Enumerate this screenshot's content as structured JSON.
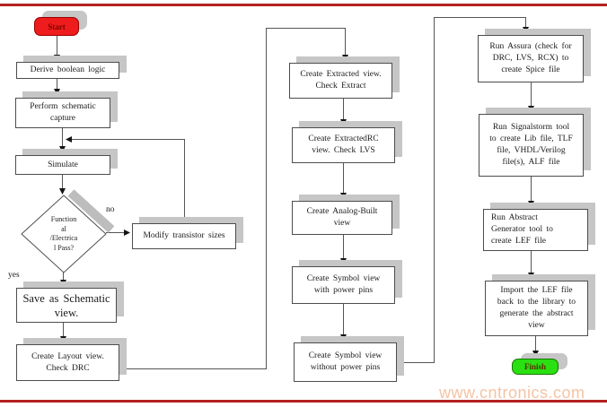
{
  "diagram": {
    "terminals": {
      "start": "Start",
      "finish": "Finish"
    },
    "decision": {
      "text": "Function\nal\n/Electrica\nl Pass?",
      "yes_label": "yes",
      "no_label": "no"
    },
    "nodes": {
      "derive": "Derive boolean logic",
      "perform": "Perform schematic\ncapture",
      "simulate": "Simulate",
      "modify": "Modify transistor sizes",
      "save": "Save as Schematic\nview.",
      "layout": "Create Layout view.\nCheck DRC",
      "extracted": "Create Extracted view.\nCheck Extract",
      "extractedrc": "Create ExtractedRC\nview.  Check LVS",
      "analog": "Create Analog-Built\nview",
      "symbol_with": "Create Symbol view\nwith power pins",
      "symbol_without": "Create Symbol view\nwithout power pins",
      "assura": "Run Assura (check for\nDRC, LVS, RCX) to\ncreate Spice file",
      "signalstorm": "Run Signalstorm tool\nto create Lib file, TLF\nfile, VHDL/Verilog\nfile(s), ALF file",
      "abstract": "Run Abstract\nGenerator tool to\ncreate LEF file",
      "import": "Import the LEF file\nback to the library to\ngenerate the abstract\nview"
    },
    "watermark": "www.cntronics.com",
    "colors": {
      "start_fill": "#ee1c1c",
      "finish_fill": "#2adf12",
      "accent_line": "#b52020",
      "watermark_text": "#f5c3a3",
      "box_shadow": "#c6c6c6"
    }
  }
}
